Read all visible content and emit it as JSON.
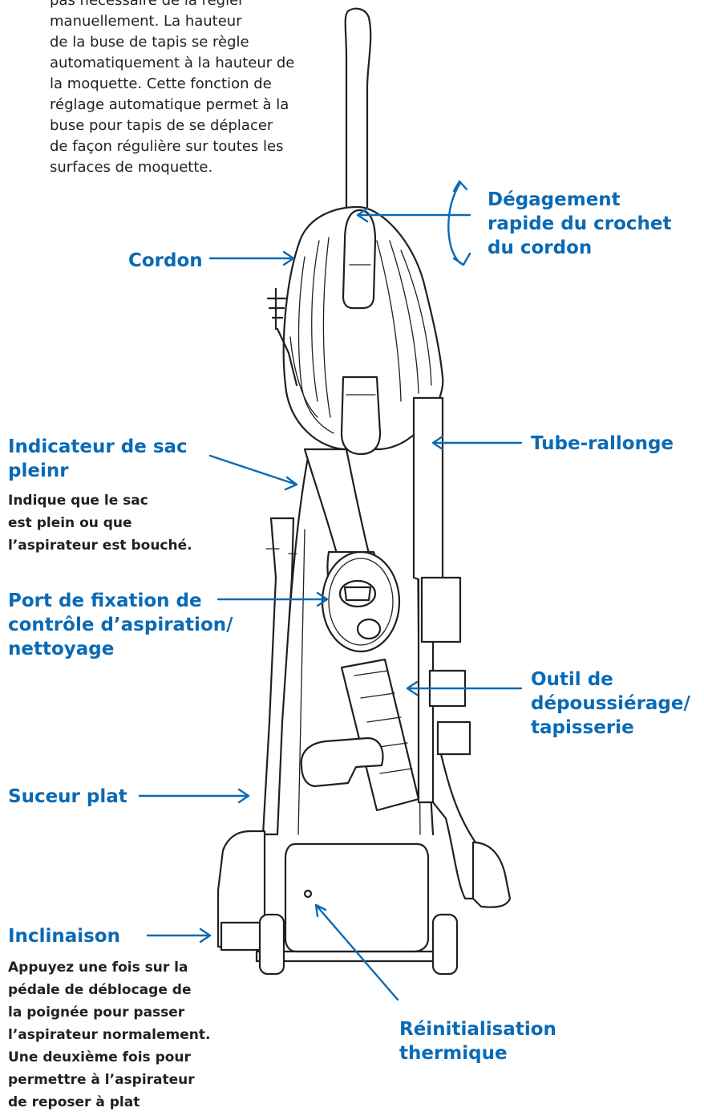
{
  "intro_text": "pas nécessaire de la régler\nmanuellement. La hauteur\nde la buse de tapis se règle\nautomatiquement à la hauteur de\nla moquette. Cette fonction de\nréglage automatique permet à la\nbuse pour tapis de se déplacer\nde façon régulière sur toutes les\nsurfaces de moquette.",
  "labels": {
    "quick_release": "Dégagement\nrapide du crochet\ndu cordon",
    "cord": "Cordon",
    "bag_indicator": "Indicateur de sac\npleinr",
    "bag_indicator_desc": "Indique que le sac\nest plein ou que\nl’aspirateur est bouché.",
    "extension_wand": "Tube-rallonge",
    "suction_port": "Port de fixation de\ncontrôle d’aspiration/\nnettoyage",
    "dusting_tool": "Outil de\ndépoussiérage/\ntapisserie",
    "crevice_tool": "Suceur plat",
    "tilt": "Inclinaison",
    "tilt_desc": "Appuyez une fois sur la\npédale de déblocage de\nla poignée pour passer\nl’aspirateur normalement.\nUne deuxième fois pour\npermettre à l’aspirateur\nde reposer à plat",
    "thermal_reset": "Réinitialisation\nthermique"
  },
  "colors": {
    "label_blue": "#0a6ab5",
    "text_dark": "#231f20",
    "line_art": "#231f20"
  }
}
